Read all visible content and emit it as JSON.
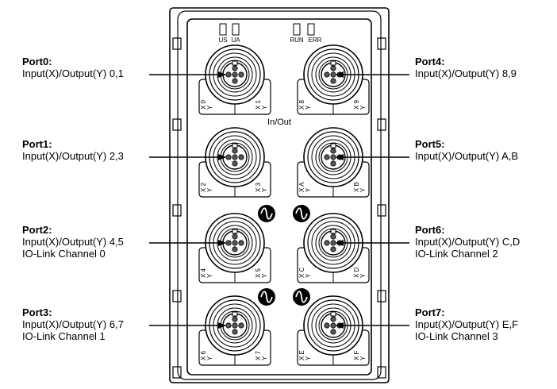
{
  "module": {
    "led_labels": [
      "US",
      "UA",
      "RUN",
      "ERR"
    ],
    "center_label": "In/Out",
    "ports": [
      {
        "id": "port0",
        "channels": [
          "0",
          "1"
        ]
      },
      {
        "id": "port1",
        "channels": [
          "2",
          "3"
        ]
      },
      {
        "id": "port2",
        "channels": [
          "4",
          "5"
        ]
      },
      {
        "id": "port3",
        "channels": [
          "6",
          "7"
        ]
      },
      {
        "id": "port4",
        "channels": [
          "8",
          "9"
        ]
      },
      {
        "id": "port5",
        "channels": [
          "A",
          "B"
        ]
      },
      {
        "id": "port6",
        "channels": [
          "C",
          "D"
        ]
      },
      {
        "id": "port7",
        "channels": [
          "E",
          "F"
        ]
      }
    ],
    "xy_labels": [
      "X",
      "Y"
    ]
  },
  "callouts": {
    "port0": {
      "title": "Port0:",
      "line1": "Input(X)/Output(Y) 0,1"
    },
    "port1": {
      "title": "Port1:",
      "line1": "Input(X)/Output(Y) 2,3"
    },
    "port2": {
      "title": "Port2:",
      "line1": "Input(X)/Output(Y) 4,5",
      "line2": "IO-Link Channel 0"
    },
    "port3": {
      "title": "Port3:",
      "line1": "Input(X)/Output(Y) 6,7",
      "line2": "IO-Link Channel 1"
    },
    "port4": {
      "title": "Port4:",
      "line1": "Input(X)/Output(Y) 8,9"
    },
    "port5": {
      "title": "Port5:",
      "line1": "Input(X)/Output(Y) A,B"
    },
    "port6": {
      "title": "Port6:",
      "line1": "Input(X)/Output(Y) C,D",
      "line2": "IO-Link Channel 2"
    },
    "port7": {
      "title": "Port7:",
      "line1": "Input(X)/Output(Y) E,F",
      "line2": "IO-Link Channel 3"
    }
  },
  "colors": {
    "ink": "#000000",
    "background": "#ffffff",
    "pin_fill": "#555555"
  },
  "icons": {
    "io_link_symbol": "sine-wave-in-circle-icon",
    "arrow": "arrow-head-icon"
  }
}
